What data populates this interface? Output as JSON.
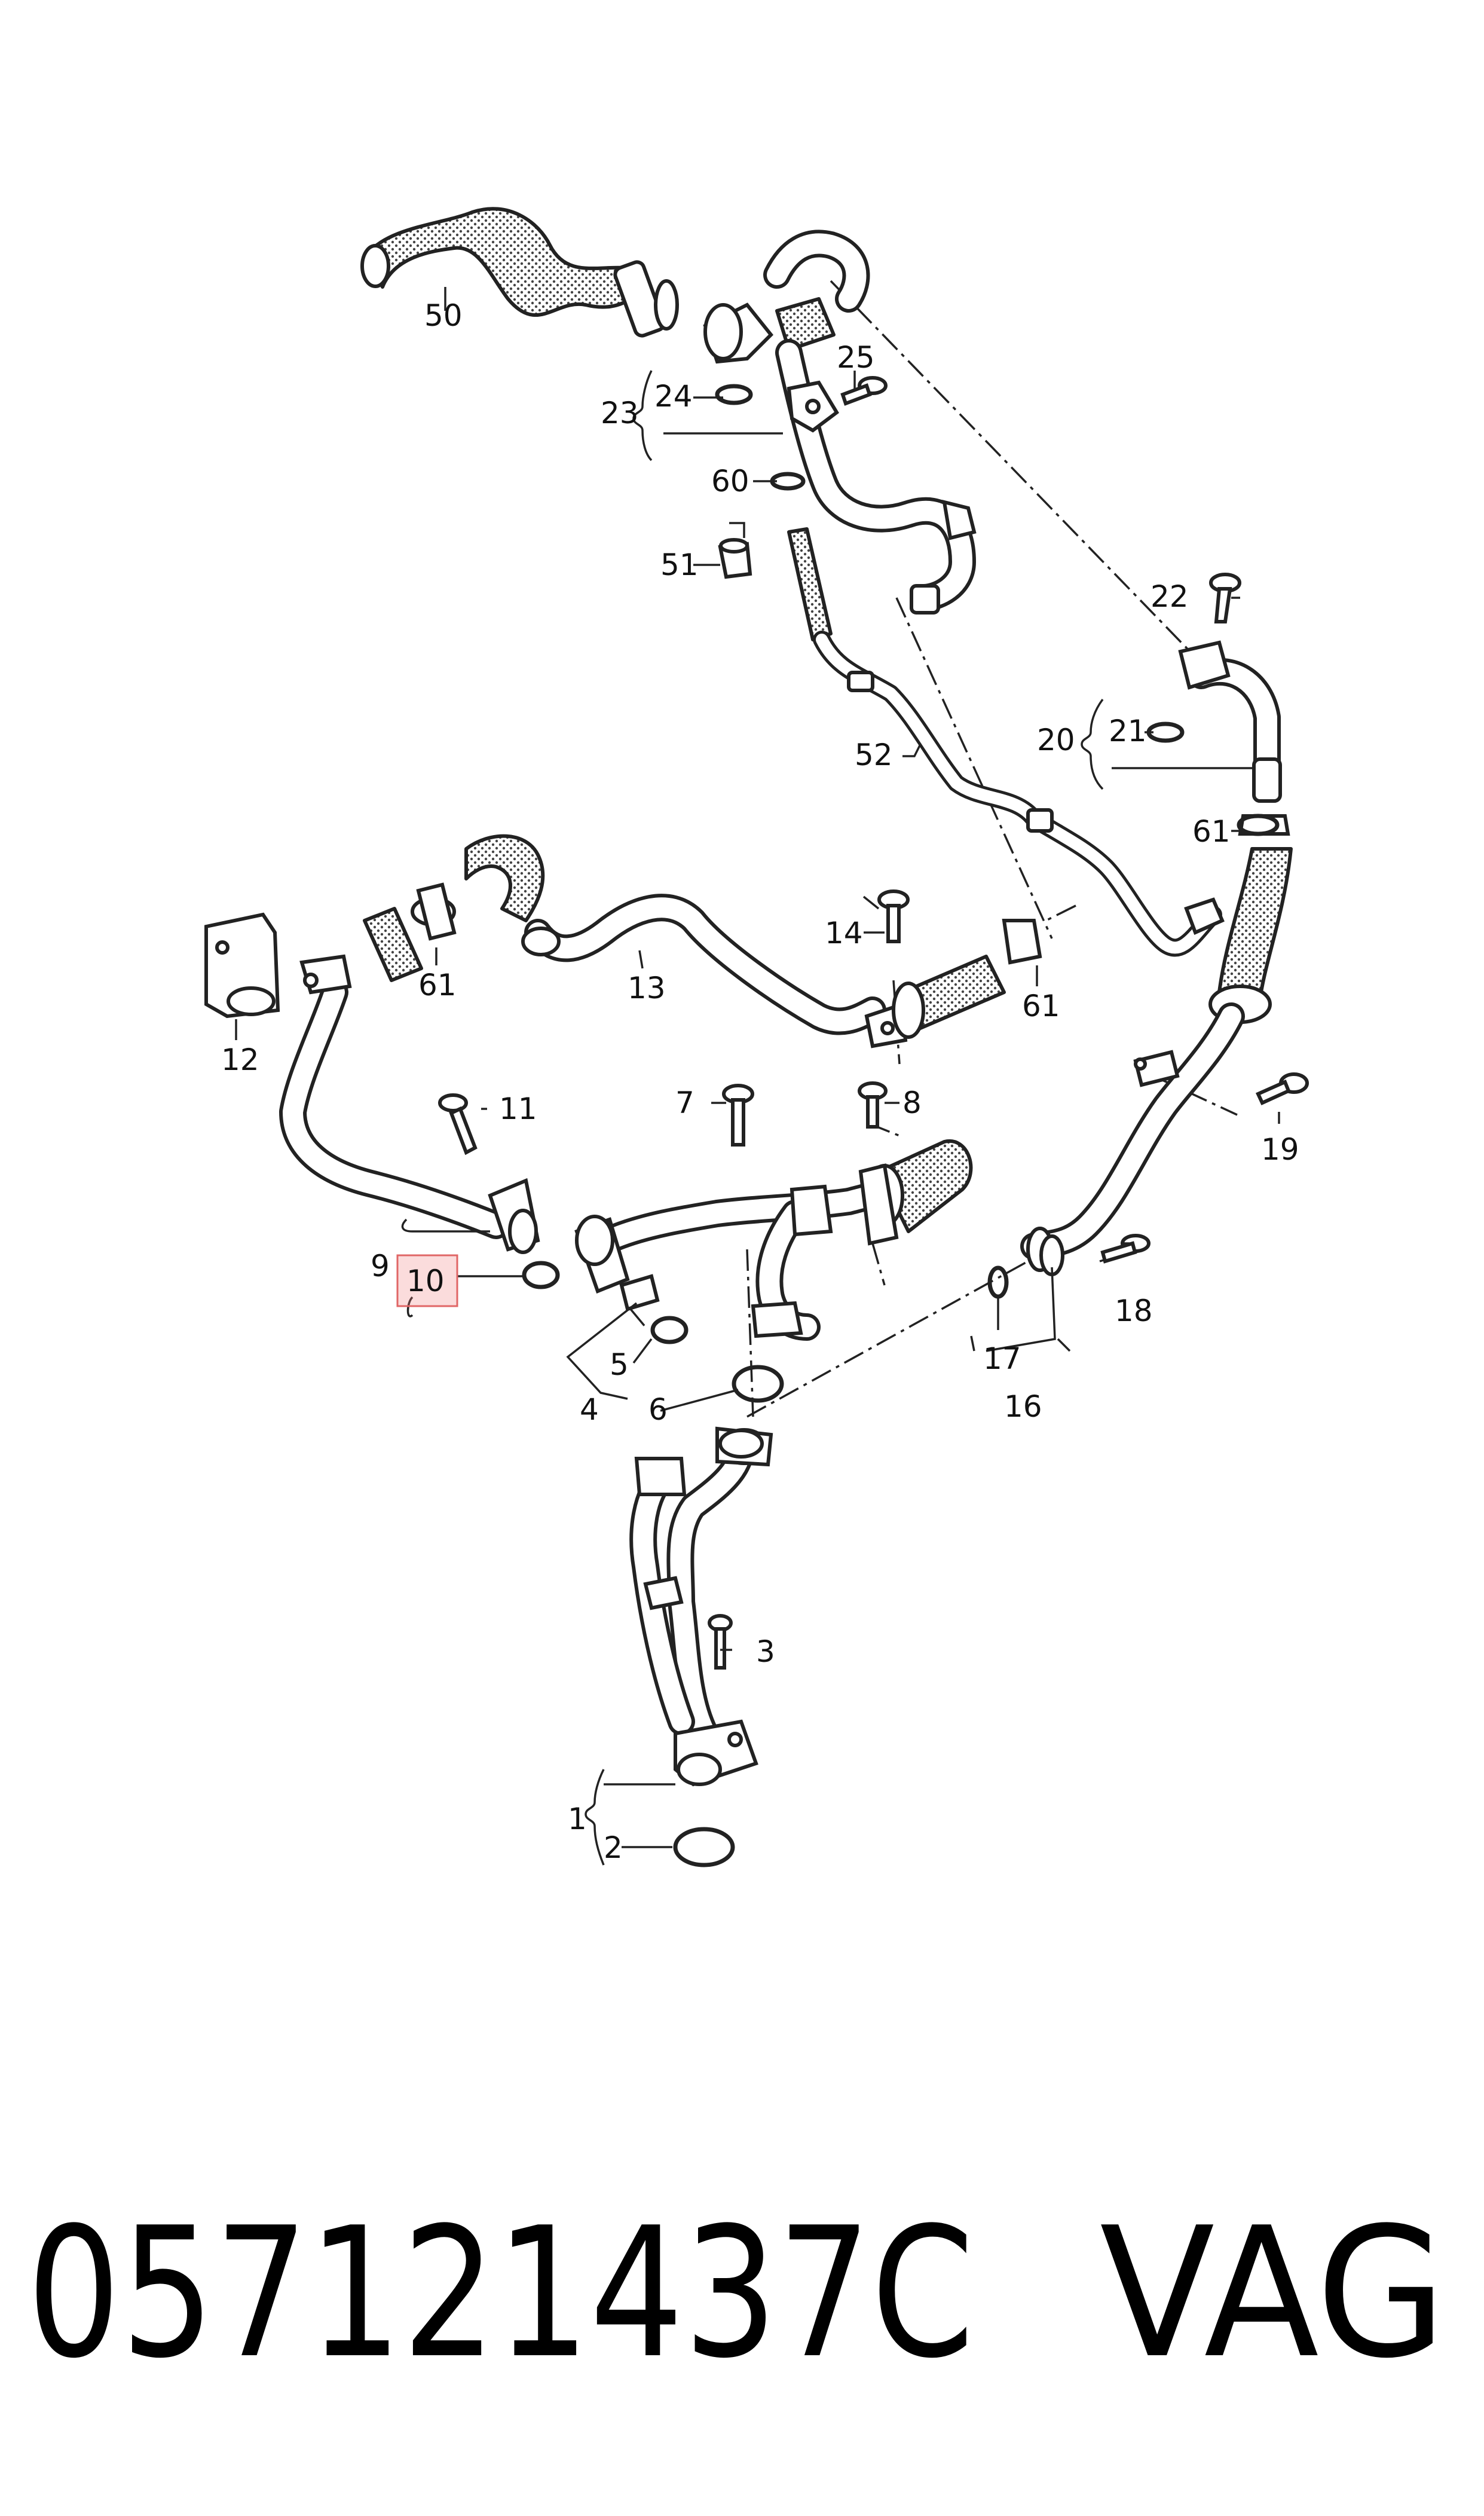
{
  "part_number": "057121437C",
  "brand": "VAG",
  "callouts": {
    "c1": "1",
    "c2": "2",
    "c3": "3",
    "c4": "4",
    "c5": "5",
    "c6": "6",
    "c7": "7",
    "c8": "8",
    "c9": "9",
    "c10": "10",
    "c11": "11",
    "c12": "12",
    "c13": "13",
    "c14": "14",
    "c16": "16",
    "c17": "17",
    "c18": "18",
    "c19": "19",
    "c20": "20",
    "c21": "21",
    "c22": "22",
    "c23": "23",
    "c24": "24",
    "c25": "25",
    "c50": "50",
    "c51": "51",
    "c52": "52",
    "c60": "60",
    "c61a": "61",
    "c61b": "61",
    "c61c": "61"
  },
  "highlighted_callout": "10",
  "colors": {
    "line": "#222222",
    "highlight": "#e06666",
    "background": "#ffffff"
  }
}
